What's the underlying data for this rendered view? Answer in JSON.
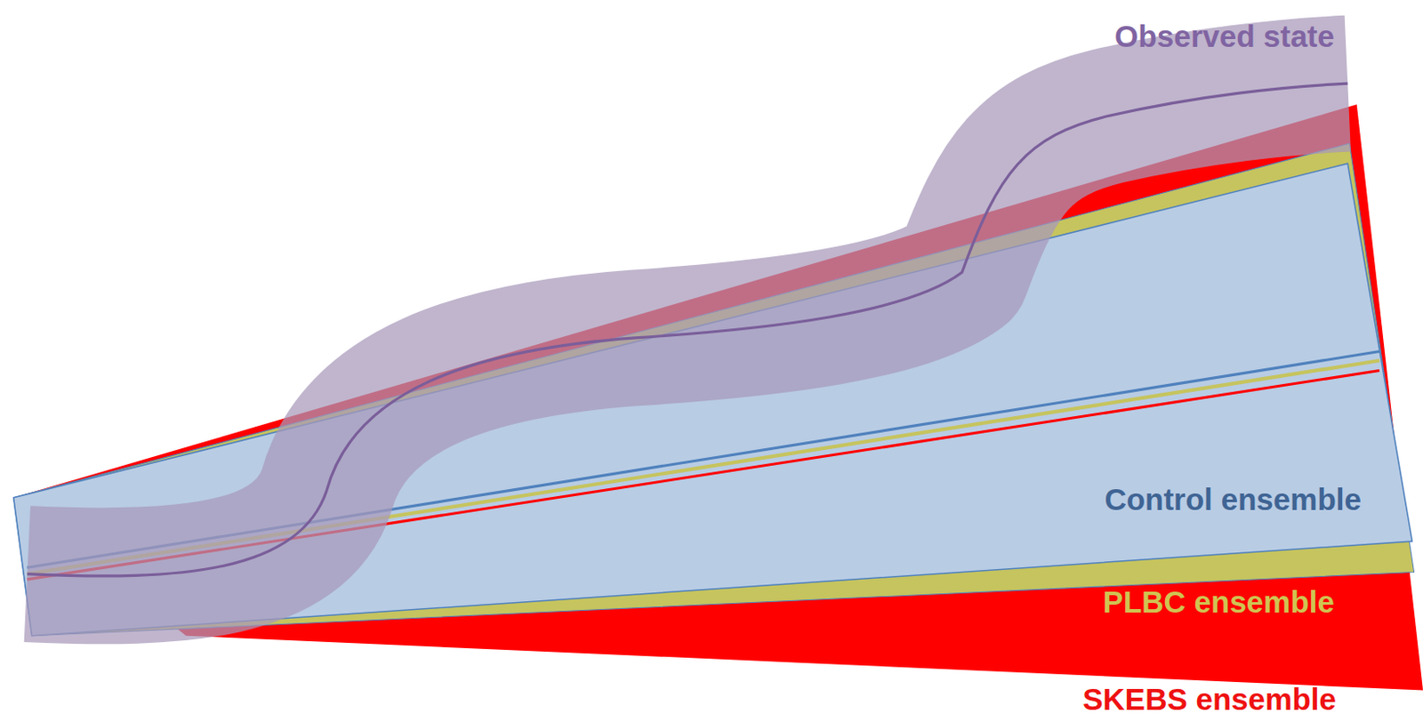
{
  "diagram": {
    "labels": [
      "Observed state",
      "Control ensemble",
      "PLBC ensemble",
      "SKEBS ensemble"
    ]
  }
}
